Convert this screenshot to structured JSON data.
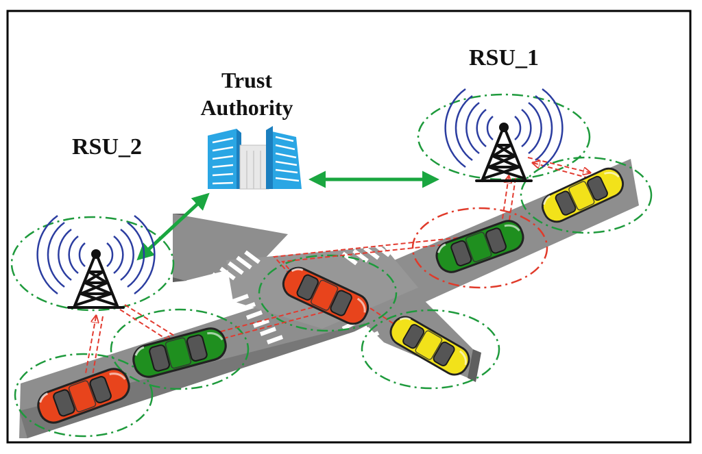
{
  "labels": {
    "trust_authority_line1": "Trust",
    "trust_authority_line2": "Authority",
    "rsu_1": "RSU_1",
    "rsu_2": "RSU_2"
  },
  "colors": {
    "frame": "#000000",
    "road": "#8c8c8c",
    "road_side": "#5a5a5a",
    "crosswalk": "#ffffff",
    "range_circle_green": "#1e9a3c",
    "range_circle_red": "#e03a2a",
    "link_arrow_green": "#1aa640",
    "v2x_link_red": "#e23a2f",
    "car_red": "#e8441c",
    "car_green": "#1f8f1f",
    "car_yellow": "#f2e21a",
    "building_blue": "#29a8e6",
    "antenna_wave": "#2b3da0"
  },
  "nodes": [
    {
      "name": "trust-authority",
      "icon": "building-icon"
    },
    {
      "name": "rsu-1",
      "icon": "antenna-tower-icon"
    },
    {
      "name": "rsu-2",
      "icon": "antenna-tower-icon"
    }
  ],
  "vehicles": [
    {
      "name": "car-red-1",
      "color": "red"
    },
    {
      "name": "car-green-1",
      "color": "green"
    },
    {
      "name": "car-red-2",
      "color": "red"
    },
    {
      "name": "car-green-2",
      "color": "green"
    },
    {
      "name": "car-yellow-1",
      "color": "yellow"
    },
    {
      "name": "car-yellow-2",
      "color": "yellow"
    }
  ]
}
